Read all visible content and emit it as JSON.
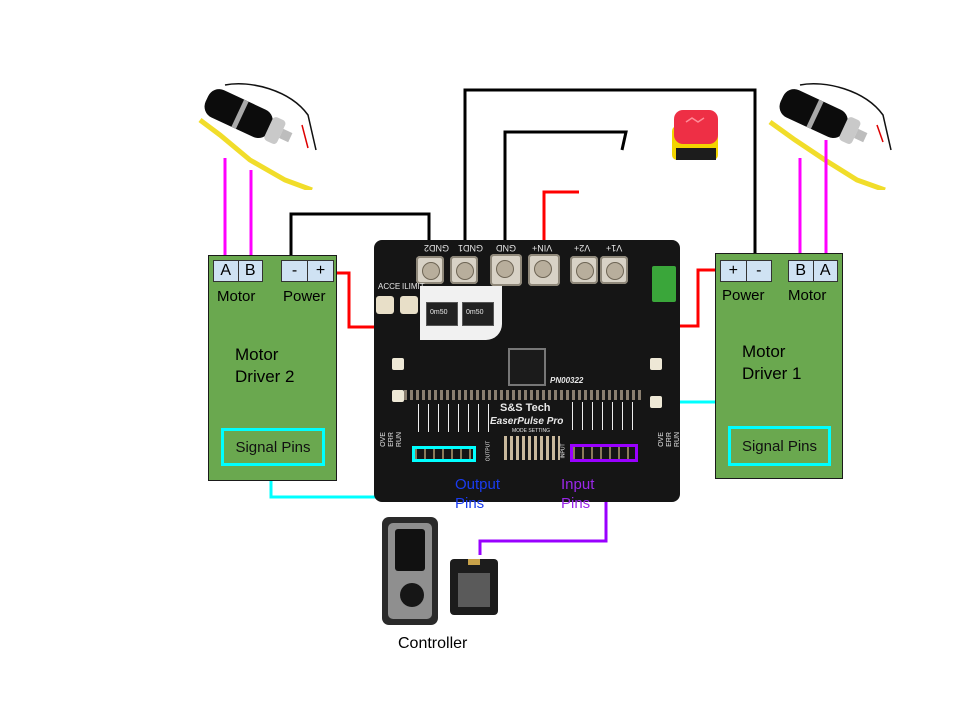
{
  "diagram": {
    "motor_driver_2": {
      "title_line1": "Motor",
      "title_line2": "Driver 2",
      "motor_terminals": [
        "A",
        "B"
      ],
      "motor_label": "Motor",
      "power_terminals": [
        "-",
        "+"
      ],
      "power_label": "Power",
      "signal_label": "Signal Pins"
    },
    "motor_driver_1": {
      "title_line1": "Motor",
      "title_line2": "Driver 1",
      "power_terminals": [
        "+",
        "-"
      ],
      "power_label": "Power",
      "motor_terminals": [
        "B",
        "A"
      ],
      "motor_label": "Motor",
      "signal_label": "Signal Pins"
    },
    "board": {
      "brand": "S&S Tech",
      "model": "EaserPulse Pro",
      "part_number": "PN00322",
      "mode_setting": "MODE SETTING",
      "terminal_labels": [
        "GND2",
        "GND1",
        "GND",
        "VIN+",
        "V2+",
        "V1+"
      ],
      "pot_labels": [
        "ACCE",
        "ILIMIT"
      ],
      "resistor_labels": [
        "0m50",
        "0m50"
      ],
      "status_leds": [
        "OVE",
        "ERR",
        "RUN"
      ],
      "side_labels": [
        "OUTPUT",
        "INPUT"
      ]
    },
    "output_pins_label_line1": "Output",
    "output_pins_label_line2": "Pins",
    "input_pins_label_line1": "Input",
    "input_pins_label_line2": "Pins",
    "controller_label": "Controller",
    "components": [
      "motor-left",
      "motor-right",
      "battery",
      "controller",
      "adapter"
    ],
    "colors": {
      "driver_fill": "#6aa84f",
      "terminal_fill": "#cfe2f3",
      "motor_wire": "#ff00ff",
      "ground_wire": "#000000",
      "power_wire": "#ff0000",
      "signal_wire": "#00ffff",
      "input_wire": "#9900ff",
      "output_label": "#1a3cf0",
      "input_label": "#9a27e8"
    }
  }
}
